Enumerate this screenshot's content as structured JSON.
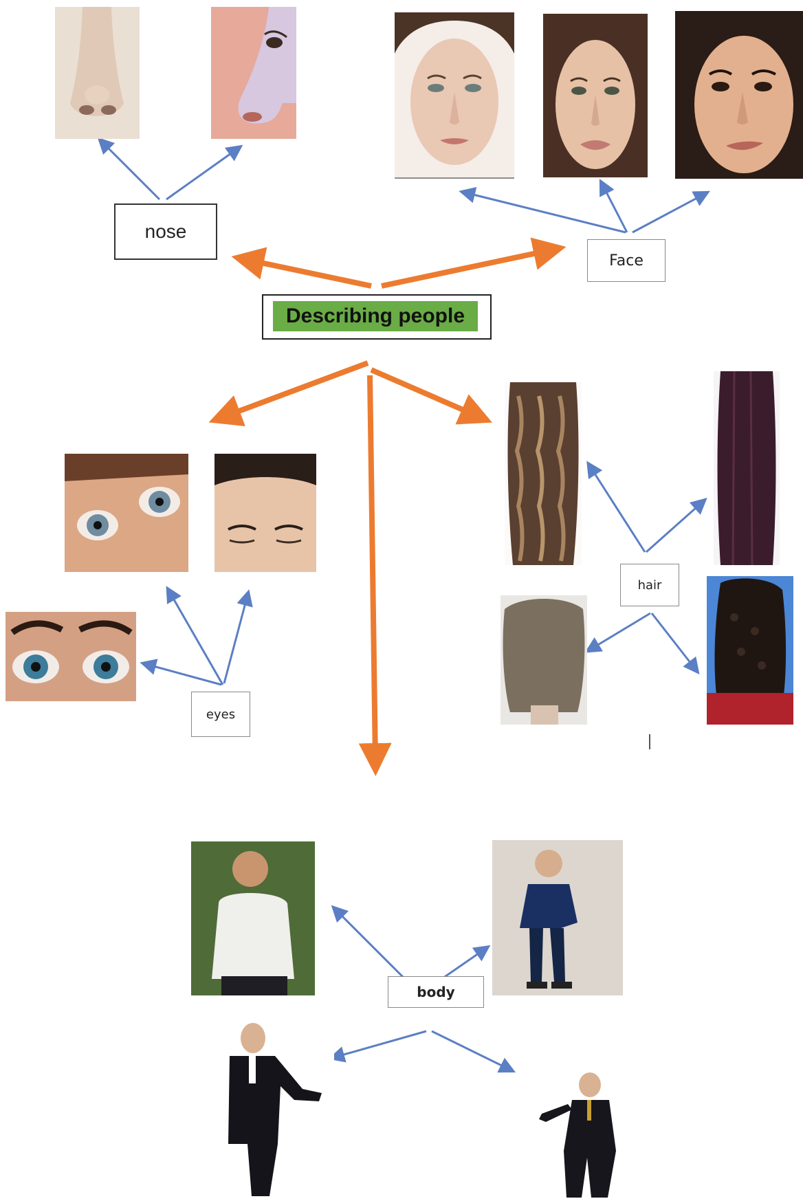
{
  "central_topic": "Describing people",
  "categories": {
    "nose": "nose",
    "face": "Face",
    "eyes": "eyes",
    "hair": "hair",
    "body": "body"
  },
  "colors": {
    "main_arrows": "#ec7b30",
    "sub_arrows": "#5b7fc4",
    "title_fill": "#6aac46"
  },
  "icons": {
    "main_arrow": "orange-arrow-icon",
    "sub_arrow": "blue-arrow-icon"
  }
}
